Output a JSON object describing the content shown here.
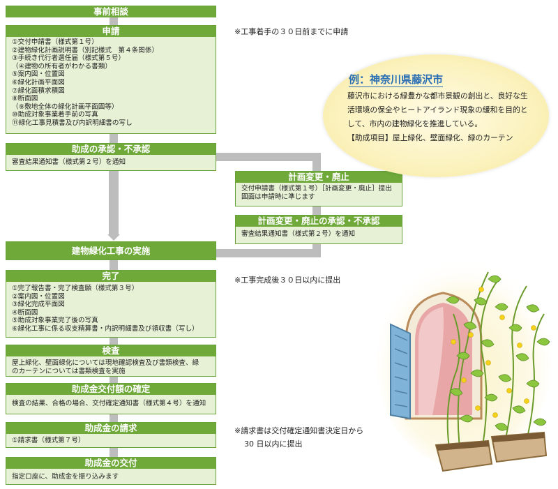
{
  "flow": {
    "consult": {
      "title": "事前相談"
    },
    "apply": {
      "title": "申請",
      "items": [
        "①交付申請書（様式第１号）",
        "②建物緑化計画説明書（別記様式　第４条関係）",
        "③手続き代行者選任届（様式第５号）",
        "（④建物の所有者がわかる書類）",
        "⑤案内図・位置図",
        "⑥緑化計画平面図",
        "⑦緑化面積求積図",
        "⑧断面図",
        "（⑨敷地全体の緑化計画平面図等）",
        "⑩助成対象事業着手前の写真",
        "⑪緑化工事見積書及び内訳明細書の写し"
      ]
    },
    "approval": {
      "title": "助成の承認・不承認",
      "items": [
        "審査結果通知書（様式第２号）を通知"
      ]
    },
    "change": {
      "title": "計画変更・廃止",
      "items": [
        "交付申請書（様式第１号）［計画変更・廃止］提出",
        "図面は申請時に準じます"
      ]
    },
    "change_approval": {
      "title": "計画変更・廃止の承認・不承認",
      "items": [
        "審査結果通知書（様式第２号）を通知"
      ]
    },
    "construction": {
      "title": "建物緑化工事の実施"
    },
    "complete": {
      "title": "完了",
      "items": [
        "①完了報告書・完了検査願（様式第３号）",
        "②案内図・位置図",
        "③緑化完成平面図",
        "④断面図",
        "⑤助成対象事業完了後の写真",
        "⑥緑化工事に係る収支精算書・内訳明細書及び領収書（写し）"
      ]
    },
    "inspection": {
      "title": "検査",
      "items": [
        "屋上緑化、壁面緑化については現地確認検査及び書類検査、緑",
        "のカーテンについては書類検査を実施"
      ]
    },
    "grant_decision": {
      "title": "助成金交付額の確定",
      "items": [
        "検査の結果、合格の場合、交付確定通知書（様式第４号）を通知"
      ]
    },
    "request": {
      "title": "助成金の請求",
      "items": [
        "①請求書（様式第７号）"
      ]
    },
    "payment": {
      "title": "助成金の交付",
      "items": [
        "指定口座に、助成金を振り込みます"
      ]
    }
  },
  "notes": {
    "apply_note": "※工事着手の３０日前までに申請",
    "complete_note": "※工事完成後３０日以内に提出",
    "request_note_1": "※請求書は交付確定通知書決定日から",
    "request_note_2": "30 日以内に提出"
  },
  "example": {
    "title": "例：神奈川県藤沢市",
    "lines": [
      "藤沢市における緑豊かな都市景観の創出と、良好な生",
      "活環境の保全やヒートアイランド現象の緩和を目的と",
      "して、市内の建物緑化を推進している。",
      "【助成項目】屋上緑化、壁面緑化、緑のカーテン"
    ]
  },
  "colors": {
    "header_green": "#6ea93a",
    "body_green": "#e7f1d6",
    "arrow_gray": "#bdbdbd",
    "title_blue": "#2a6fb4"
  }
}
